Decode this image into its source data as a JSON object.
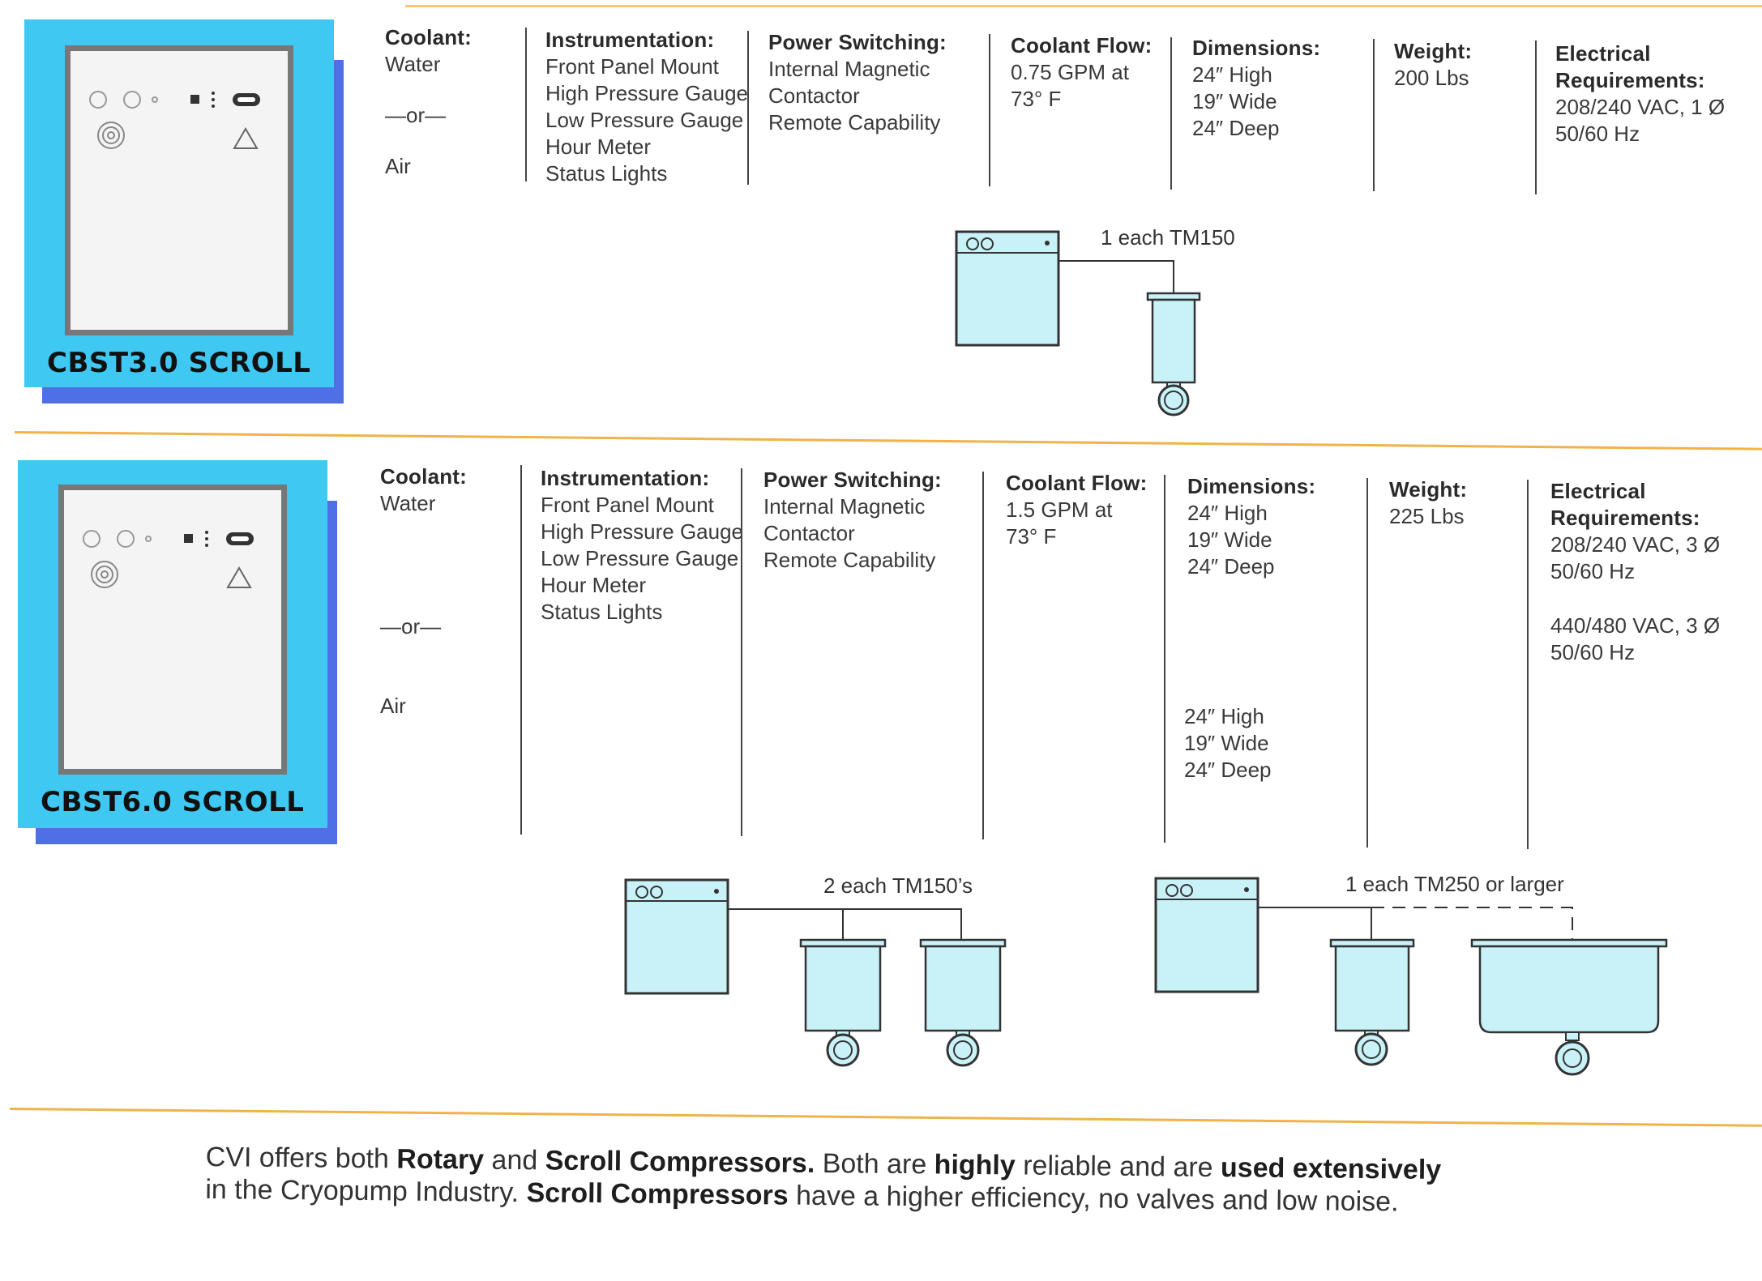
{
  "models": [
    {
      "name": "CBST3.0 SCROLL",
      "coolant": {
        "header": "Coolant:",
        "options": [
          "Water",
          "—or—",
          "Air"
        ]
      },
      "instrumentation": {
        "header": "Instrumentation:",
        "items": [
          "Front Panel Mount",
          "High Pressure Gauge",
          "Low Pressure Gauge",
          "Hour Meter",
          "Status Lights"
        ]
      },
      "power_switching": {
        "header": "Power Switching:",
        "items": [
          "Internal Magnetic",
          "Contactor",
          "Remote Capability"
        ]
      },
      "coolant_flow": {
        "header": "Coolant Flow:",
        "items": [
          "0.75 GPM at",
          "73° F"
        ]
      },
      "dimensions": {
        "header": "Dimensions:",
        "items": [
          "24″ High",
          "19″ Wide",
          "24″ Deep"
        ]
      },
      "weight": {
        "header": "Weight:",
        "items": [
          "200 Lbs"
        ]
      },
      "electrical": {
        "header": [
          "Electrical",
          "Requirements:"
        ],
        "items": [
          "208/240 VAC, 1 Ø",
          "50/60 Hz"
        ]
      },
      "diagram_label": "1 each TM150"
    },
    {
      "name": "CBST6.0 SCROLL",
      "coolant": {
        "header": "Coolant:",
        "options": [
          "Water",
          "—or—",
          "Air"
        ]
      },
      "instrumentation": {
        "header": "Instrumentation:",
        "items": [
          "Front Panel Mount",
          "High Pressure Gauge",
          "Low Pressure Gauge",
          "Hour Meter",
          "Status Lights"
        ]
      },
      "power_switching": {
        "header": "Power Switching:",
        "items": [
          "Internal Magnetic",
          "Contactor",
          "Remote Capability"
        ]
      },
      "coolant_flow": {
        "header": "Coolant Flow:",
        "items": [
          "1.5 GPM at",
          "73° F"
        ]
      },
      "dimensions": {
        "header": "Dimensions:",
        "items": [
          "24″ High",
          "19″ Wide",
          "24″ Deep"
        ],
        "items_air": [
          "24″ High",
          "19″ Wide",
          "24″ Deep"
        ]
      },
      "weight": {
        "header": "Weight:",
        "items": [
          "225 Lbs"
        ]
      },
      "electrical": {
        "header": [
          "Electrical",
          "Requirements:"
        ],
        "items": [
          "208/240 VAC, 3 Ø",
          "50/60 Hz"
        ],
        "items_alt": [
          "440/480 VAC, 3 Ø",
          "50/60 Hz"
        ]
      },
      "diagram_label_a": "2 each TM150’s",
      "diagram_label_b": "1 each TM250 or larger"
    }
  ],
  "footer": {
    "p1": "CVI offers both ",
    "b1": "Rotary",
    "p2": " and ",
    "b2": "Scroll Compressors.",
    "p3": " Both are ",
    "b3": "highly",
    "p4": " reliable and are ",
    "b4": "used extensively",
    "p5": "in the Cryopump Industry. ",
    "b5": "Scroll Compressors",
    "p6": " have a higher efficiency, no valves and low noise."
  },
  "colors": {
    "card_face": "#3ec8f2",
    "card_shadow": "#4f6fe6",
    "rule": "#f2b24a",
    "unit_fill": "#c9f1f8"
  }
}
